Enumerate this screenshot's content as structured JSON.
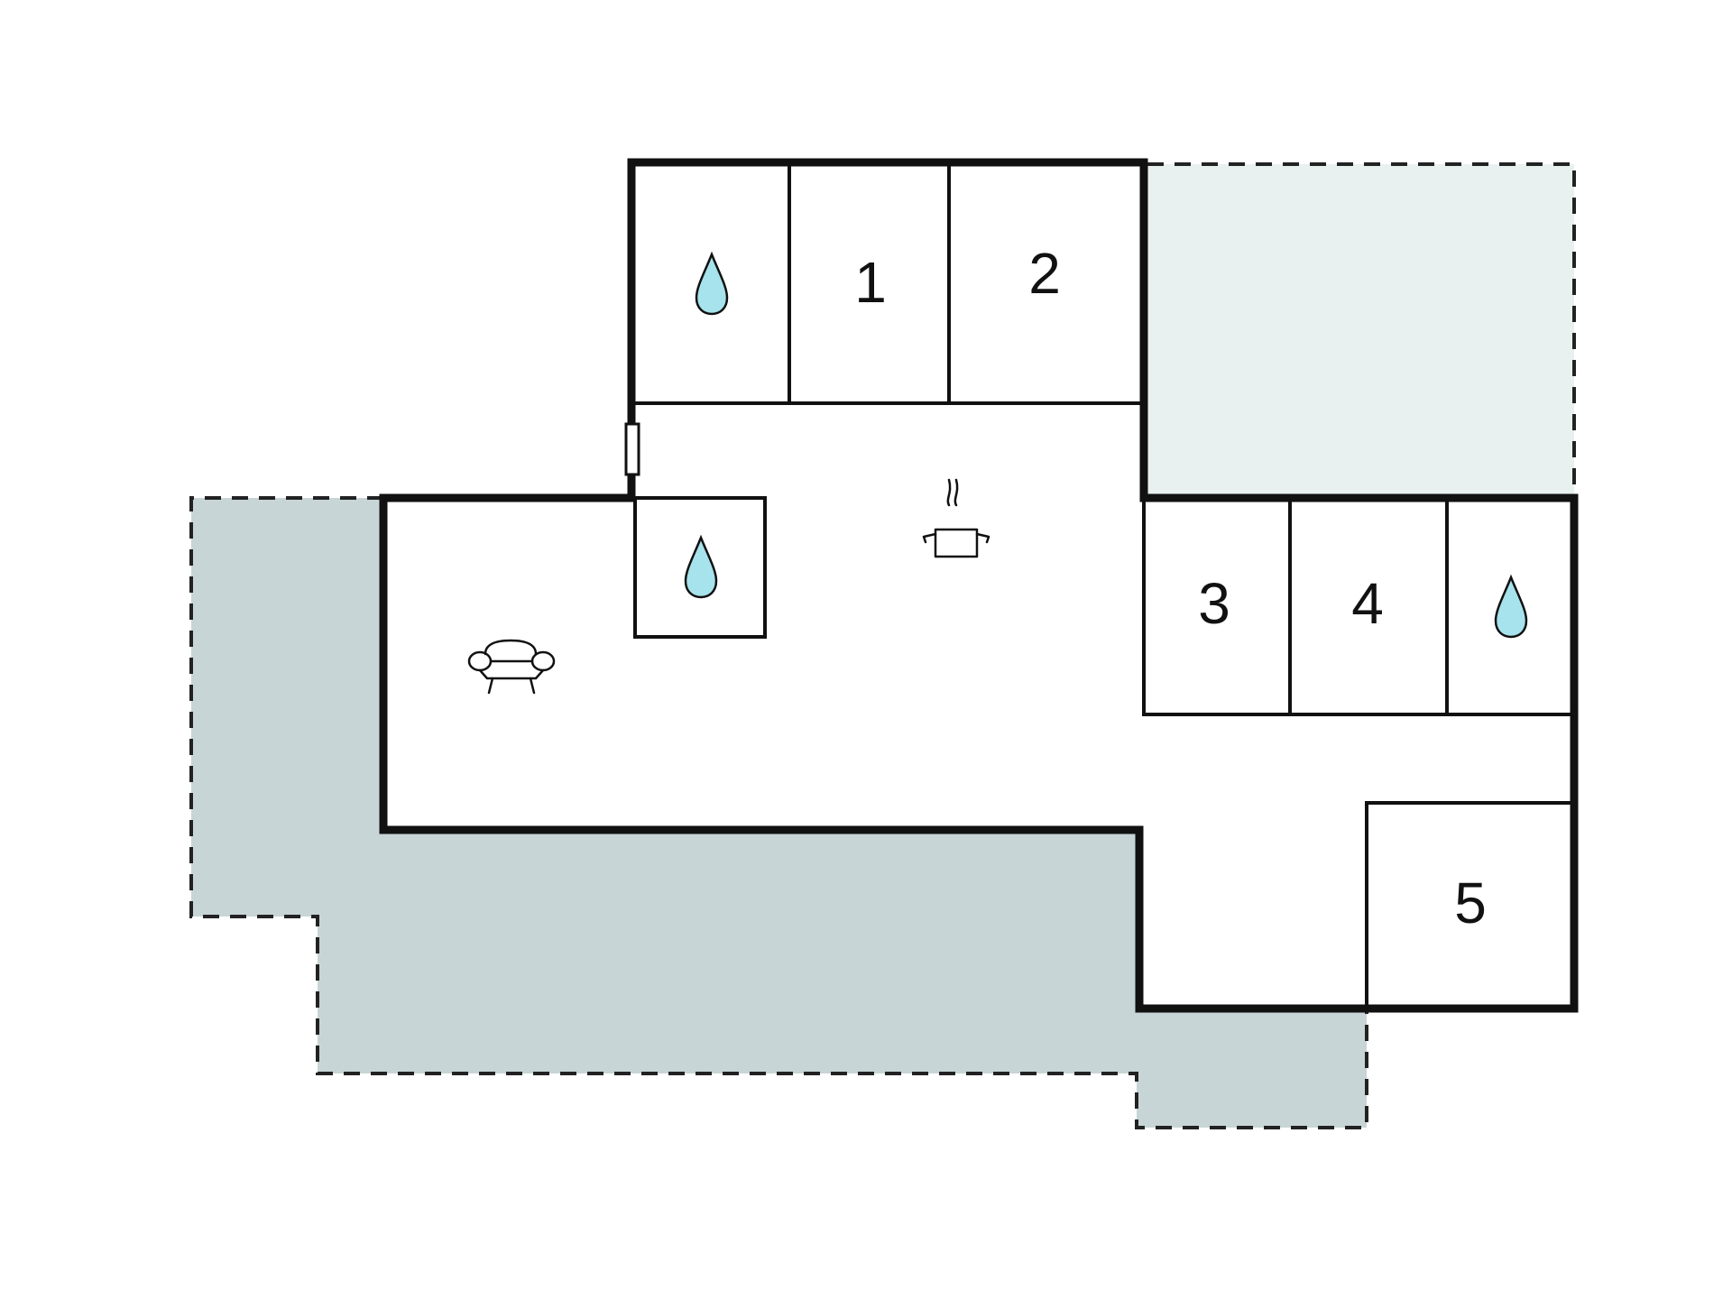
{
  "colors": {
    "terrace_light": "#e8f0f0",
    "terrace_dark": "#c8d5d6",
    "water_drop": "#a6e3ec",
    "wall": "#111111",
    "background": "#ffffff"
  },
  "rooms": {
    "room_1": "1",
    "room_2": "2",
    "room_3": "3",
    "room_4": "4",
    "room_5": "5"
  },
  "icons": {
    "bathroom": "water-drop-icon",
    "kitchen": "cooking-pot-icon",
    "living": "sofa-icon",
    "door": "door-icon"
  }
}
